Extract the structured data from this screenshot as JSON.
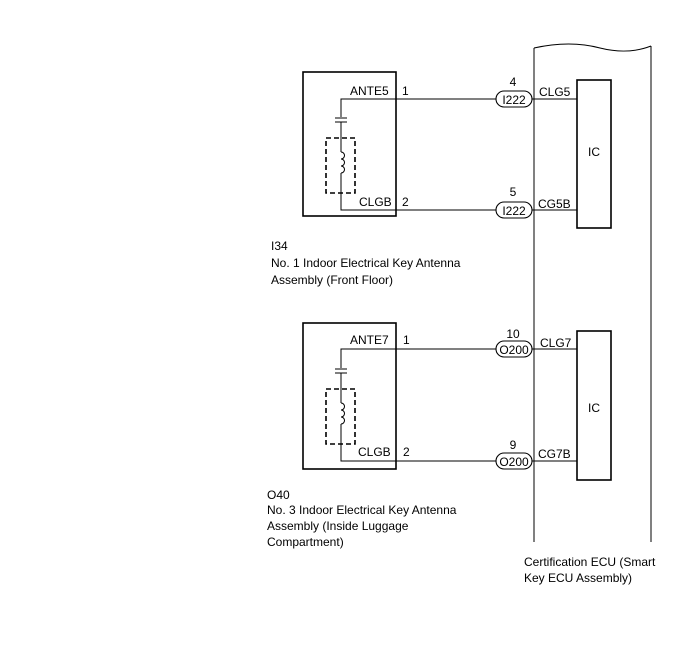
{
  "colors": {
    "line": "#000000",
    "background": "#ffffff"
  },
  "antenna1": {
    "pin1_name": "ANTE5",
    "pin1_num": "1",
    "pin2_name": "CLGB",
    "pin2_num": "2",
    "ref": "I34",
    "label_line1": "No. 1 Indoor Electrical Key Antenna",
    "label_line2": "Assembly (Front Floor)"
  },
  "antenna2": {
    "pin1_name": "ANTE7",
    "pin1_num": "1",
    "pin2_name": "CLGB",
    "pin2_num": "2",
    "ref": "O40",
    "label_line1": "No. 3 Indoor Electrical Key Antenna",
    "label_line2": "Assembly (Inside Luggage",
    "label_line3": "Compartment)"
  },
  "connectors": [
    {
      "pin": "4",
      "name": "I222",
      "terminal": "CLG5"
    },
    {
      "pin": "5",
      "name": "I222",
      "terminal": "CG5B"
    },
    {
      "pin": "10",
      "name": "O200",
      "terminal": "CLG7"
    },
    {
      "pin": "9",
      "name": "O200",
      "terminal": "CG7B"
    }
  ],
  "ecu": {
    "ic1_label": "IC",
    "ic2_label": "IC",
    "label_line1": "Certification ECU (Smart",
    "label_line2": "Key ECU Assembly)"
  }
}
